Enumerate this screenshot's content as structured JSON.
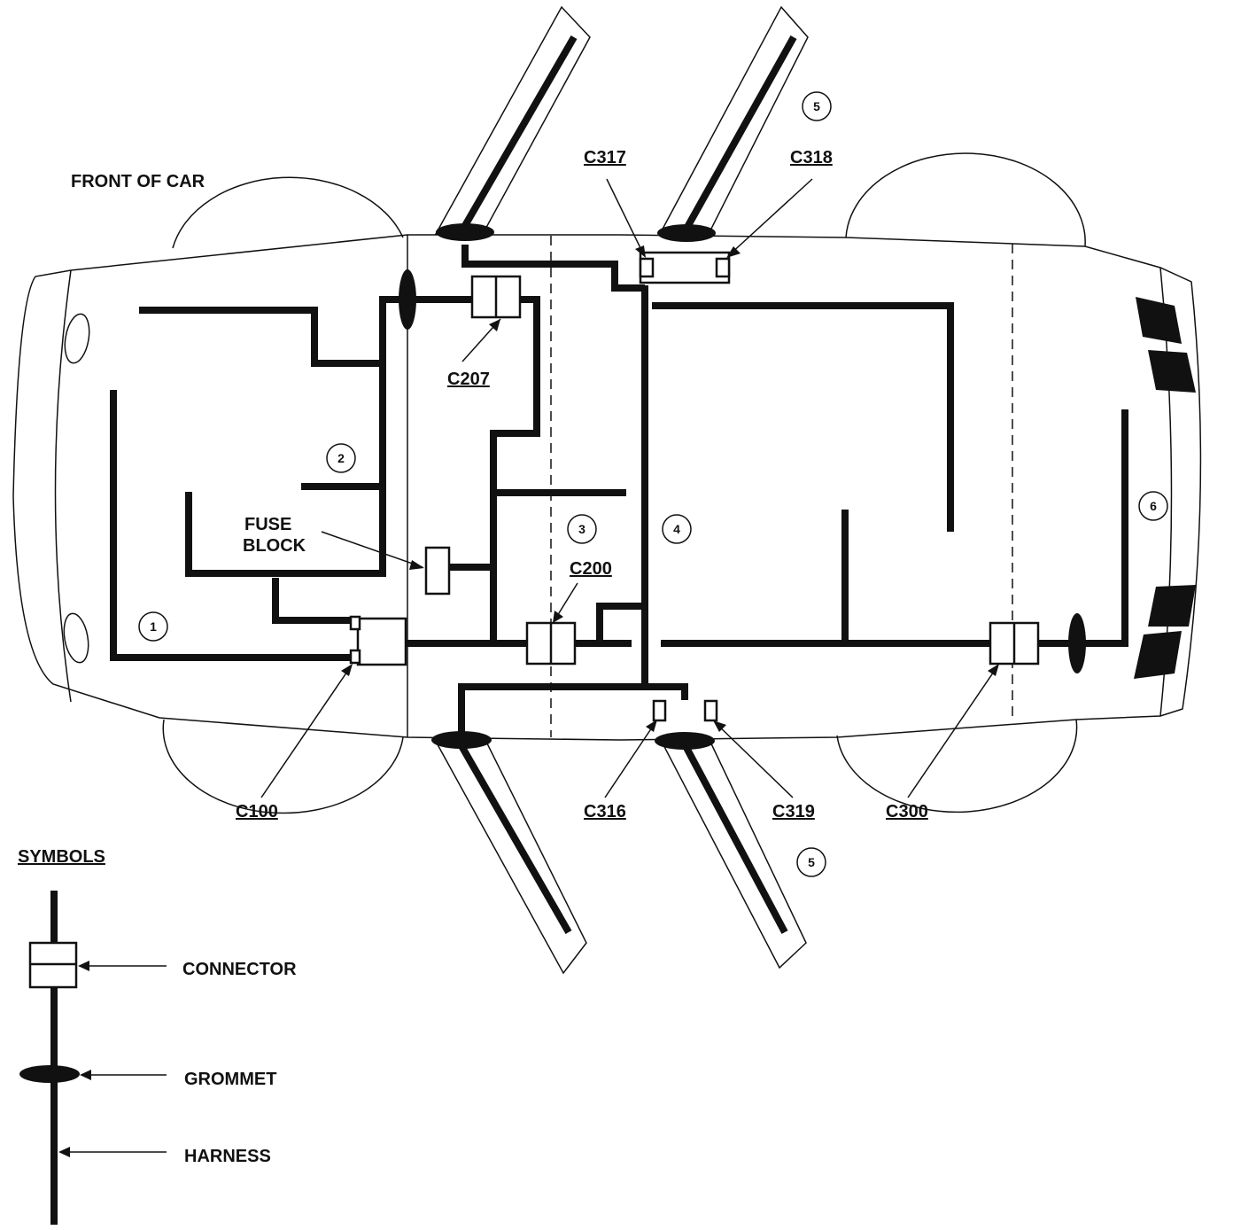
{
  "title": "FRONT OF CAR",
  "labels": {
    "c100": "C100",
    "c200": "C200",
    "c207": "C207",
    "c300": "C300",
    "c316": "C316",
    "c317": "C317",
    "c318": "C318",
    "c319": "C319",
    "fuse_line1": "FUSE",
    "fuse_line2": "BLOCK"
  },
  "callouts": [
    "1",
    "2",
    "3",
    "4",
    "5",
    "5",
    "6"
  ],
  "legend": {
    "title": "SYMBOLS",
    "connector": "CONNECTOR",
    "grommet": "GROMMET",
    "harness": "HARNESS"
  },
  "colors": {
    "ink": "#111111",
    "paper": "#ffffff"
  }
}
